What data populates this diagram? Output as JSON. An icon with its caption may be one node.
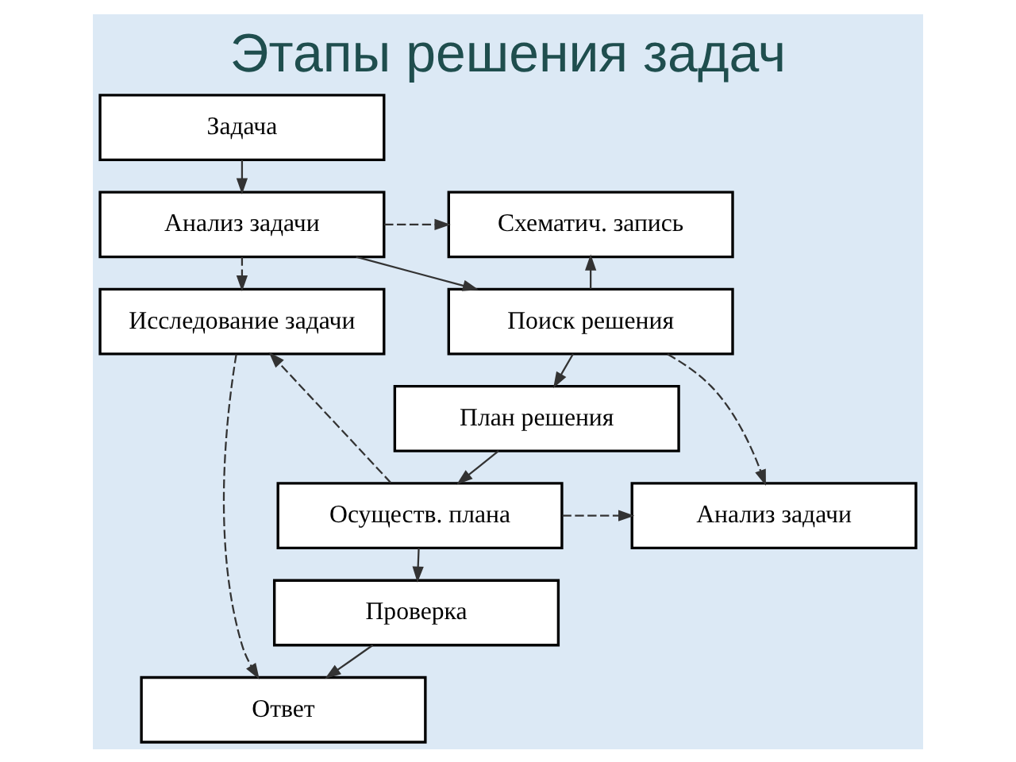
{
  "diagram": {
    "title": "Этапы решения задач",
    "nodes": [
      {
        "text": [
          "Задача"
        ]
      },
      {
        "text": [
          "Анализ задачи"
        ]
      },
      {
        "text": [
          "Схематич. запись"
        ]
      },
      {
        "text": [
          "Поиск решения"
        ]
      },
      {
        "text": [
          "Исследование задачи"
        ]
      },
      {
        "text": [
          "Анализ задачи"
        ]
      },
      {
        "text": [
          "План решения"
        ]
      },
      {
        "text": [
          "Осуществ. плана"
        ]
      },
      {
        "text": [
          "Проверка"
        ]
      },
      {
        "text": [
          "Ответ"
        ]
      }
    ],
    "edges": [
      {
        "from": 0,
        "to": 1,
        "arrow": "to"
      },
      {
        "from": 1,
        "to": 3,
        "arrow": "to"
      },
      {
        "from": 3,
        "to": 6,
        "arrow": "to"
      },
      {
        "from": 6,
        "to": 7,
        "arrow": "to"
      },
      {
        "from": 7,
        "to": 8,
        "arrow": "to"
      },
      {
        "from": 8,
        "to": 9,
        "arrow": "to"
      },
      {
        "from": 1,
        "to": 2,
        "arrow": "to",
        "style": "dashed"
      },
      {
        "from": 3,
        "to": 2,
        "arrow": "to"
      },
      {
        "from": 3,
        "to": 5,
        "arrow": "to",
        "style": "dashed"
      },
      {
        "from": 7,
        "to": 5,
        "arrow": "to",
        "style": "dashed"
      },
      {
        "from": 1,
        "to": 4,
        "arrow": "to",
        "style": "dashed"
      },
      {
        "from": 7,
        "to": 4,
        "arrow": "to",
        "style": "dashed"
      },
      {
        "from": 4,
        "to": 9,
        "arrow": "to",
        "style": "dashed"
      }
    ]
  }
}
